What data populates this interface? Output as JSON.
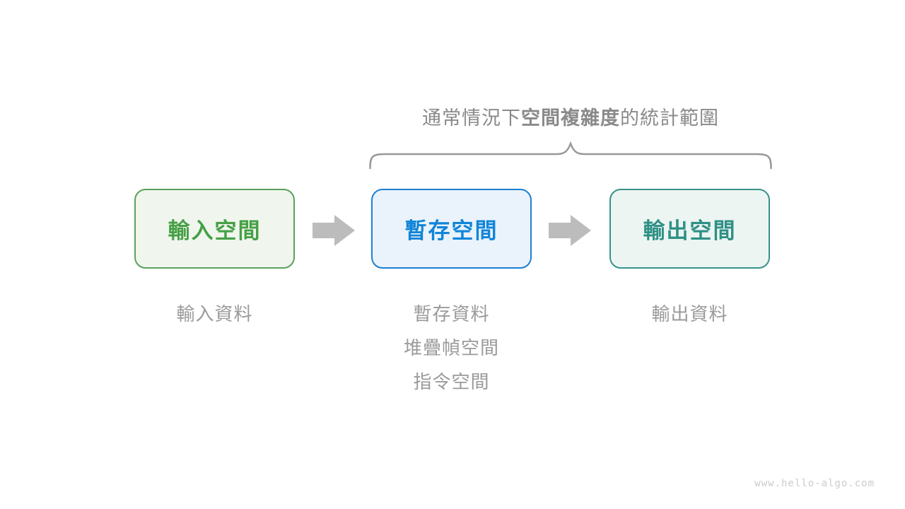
{
  "title": {
    "prefix": "通常情況下",
    "bold": "空間複雜度",
    "suffix": "的統計範圍",
    "color": "#8a8a8a"
  },
  "boxes": [
    {
      "id": "input-space",
      "label": "輸入空間",
      "border_color": "#5ba05c",
      "fill_color": "#f0f6ee",
      "text_color": "#46a046"
    },
    {
      "id": "temp-space",
      "label": "暫存空間",
      "border_color": "#1d7fd0",
      "fill_color": "#eaf3fb",
      "text_color": "#1185d8"
    },
    {
      "id": "output-space",
      "label": "輸出空間",
      "border_color": "#37938a",
      "fill_color": "#ecf5f2",
      "text_color": "#2f9085"
    }
  ],
  "notes": {
    "input": [
      "輸入資料"
    ],
    "temp": [
      "暫存資料",
      "堆疊幀空間",
      "指令空間"
    ],
    "output": [
      "輸出資料"
    ],
    "color": "#9a9a9a"
  },
  "arrow_color": "#bcbcbc",
  "brace_color": "#999999",
  "watermark": {
    "text": "www.hello-algo.com",
    "color": "#cccccc"
  }
}
